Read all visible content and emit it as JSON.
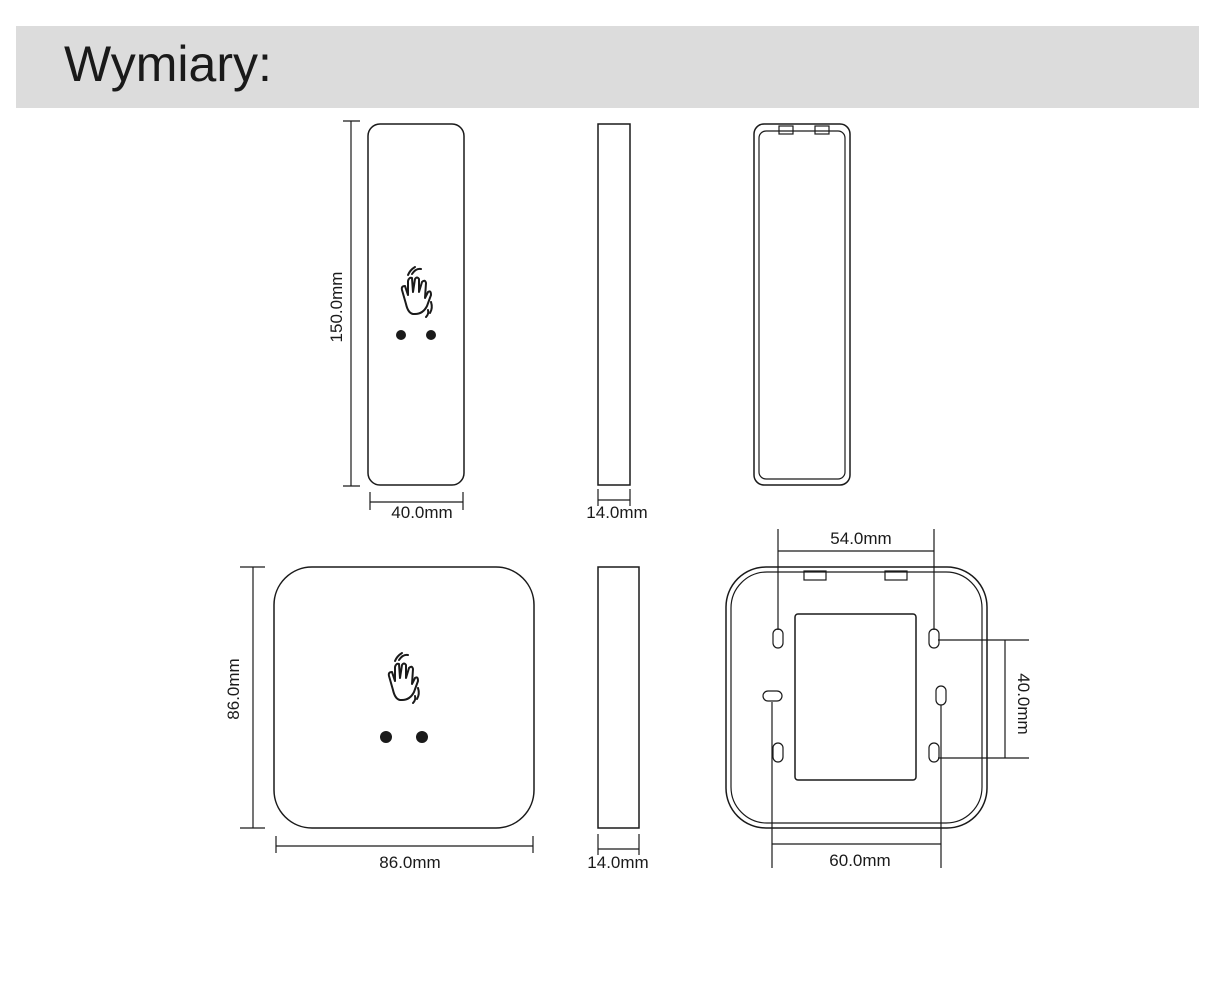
{
  "header": {
    "title": "Wymiary:"
  },
  "dimensions": {
    "tall_height": "150.0mm",
    "tall_width": "40.0mm",
    "tall_depth": "14.0mm",
    "square_height": "86.0mm",
    "square_width": "86.0mm",
    "square_depth": "14.0mm",
    "back_top_spacing": "54.0mm",
    "back_side_spacing": "40.0mm",
    "back_bottom_spacing": "60.0mm"
  },
  "icons": {
    "hand_wave": "hand-wave-icon",
    "sensor_dots": "sensor-dots"
  },
  "colors": {
    "header_background": "#dcdcdc",
    "line": "#1a1a1a"
  }
}
